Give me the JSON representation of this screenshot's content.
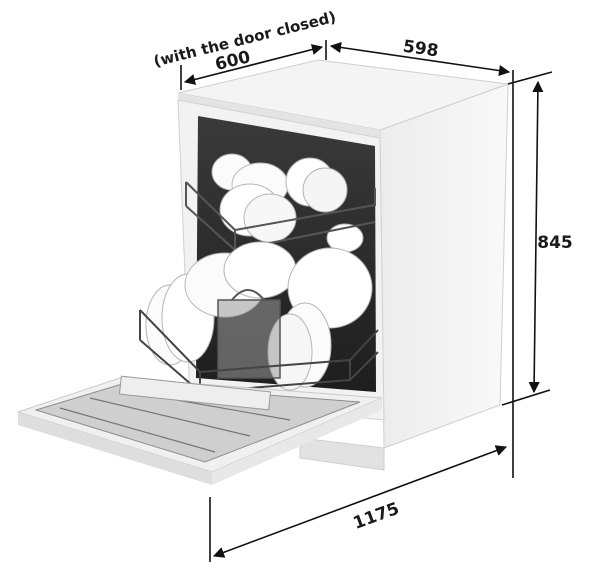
{
  "colors": {
    "ink": "#111111",
    "appliance_white": "#f6f6f6",
    "appliance_shade": "#e3e3e3",
    "tub_dark": "#2b2b2b",
    "rack_gray": "#555555",
    "dish_white": "#fbfbfb"
  },
  "dimensions": {
    "depth_door_closed": {
      "note": "(with the door closed)",
      "value": "600"
    },
    "width": {
      "value": "598"
    },
    "height": {
      "value": "845"
    },
    "depth_door_open": {
      "value": "1175"
    }
  }
}
